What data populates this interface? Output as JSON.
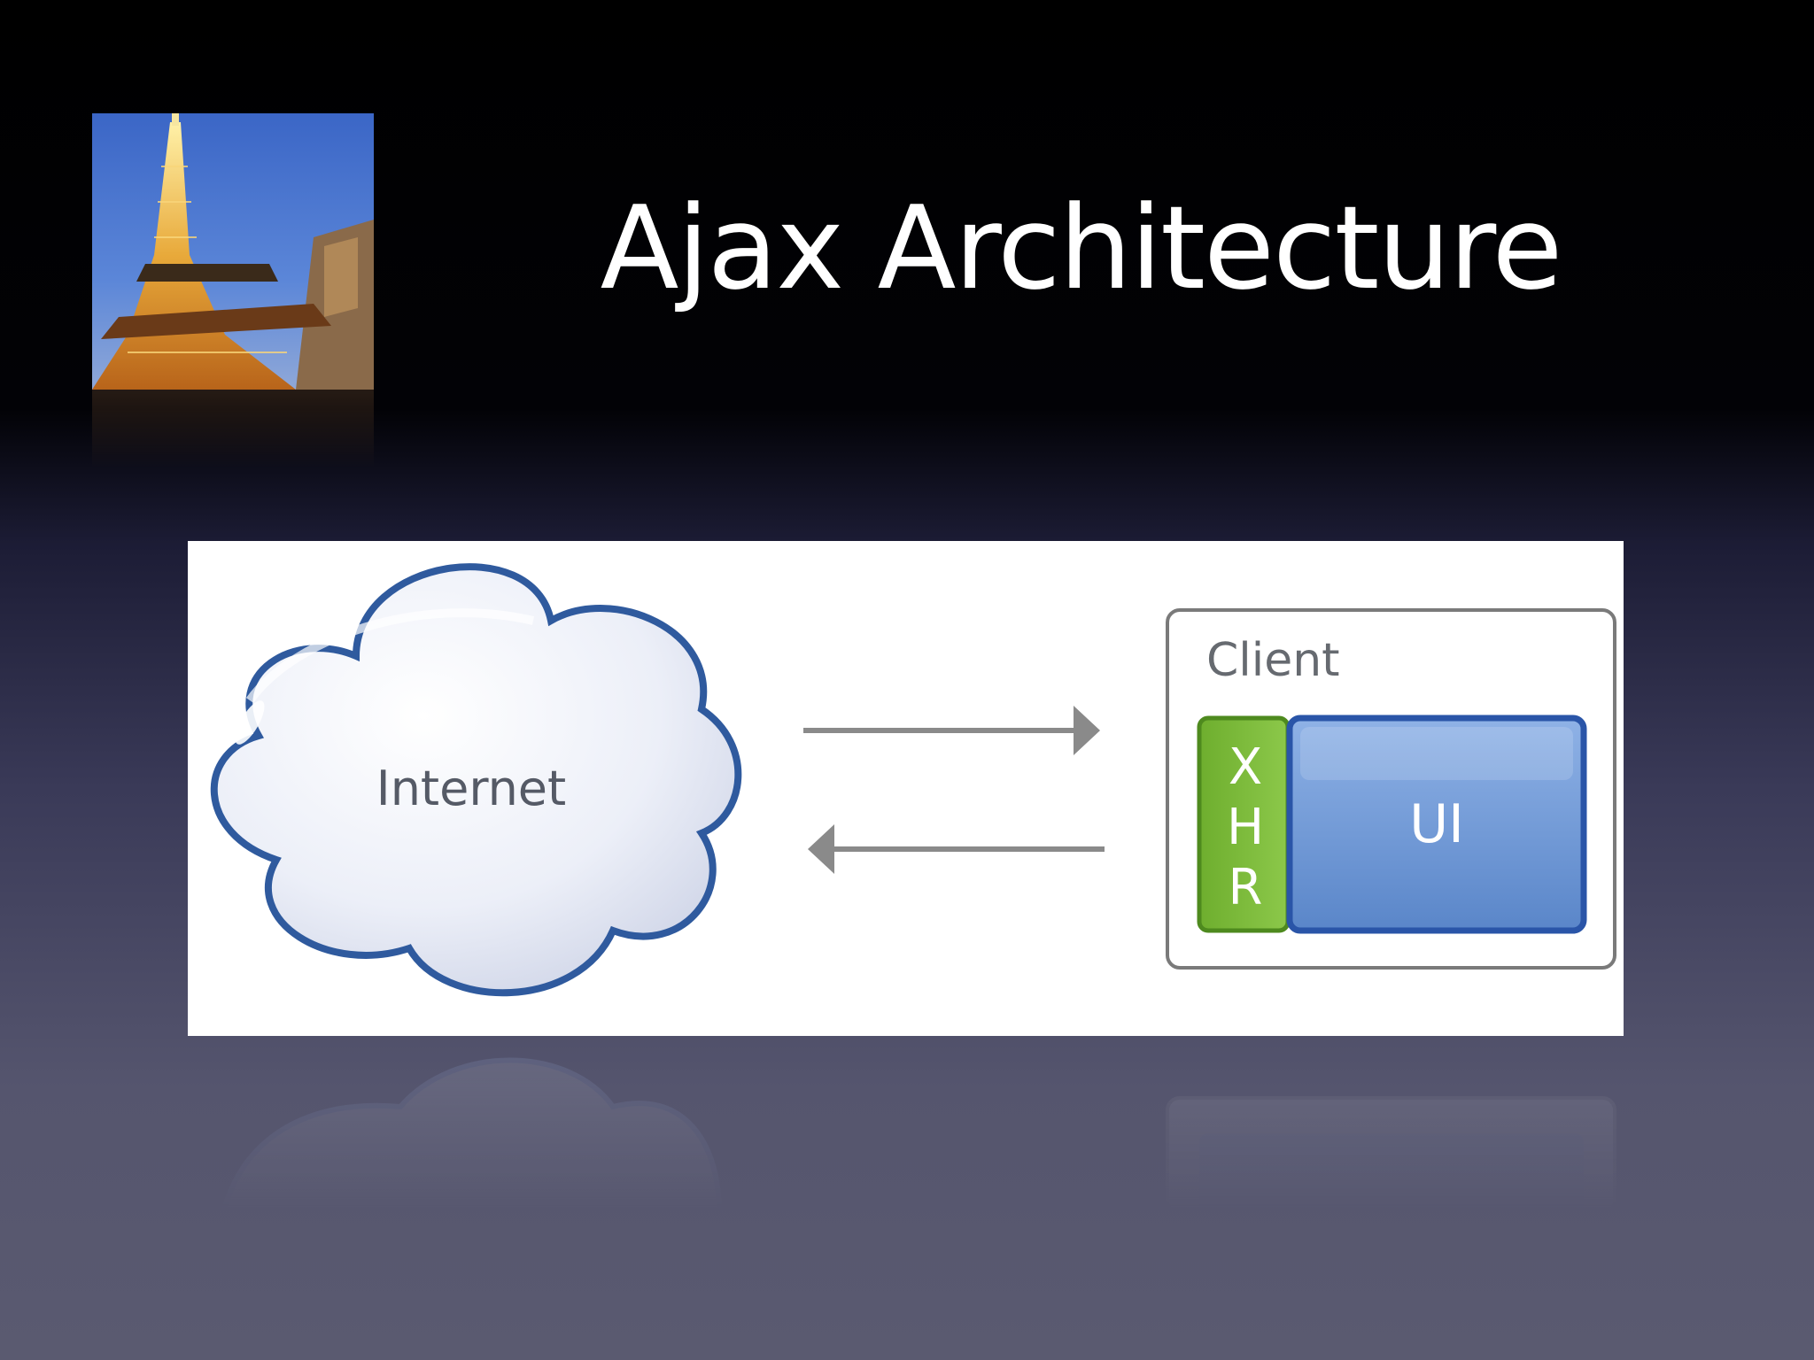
{
  "slide": {
    "title": "Ajax Architecture"
  },
  "diagram": {
    "cloud_label": "Internet",
    "client_label": "Client",
    "xhr_letters": [
      "X",
      "H",
      "R"
    ],
    "ui_label": "UI",
    "colors": {
      "cloud_stroke": "#2f5a9e",
      "arrow": "#8a8a8a",
      "xhr_green": "#7ab83a",
      "ui_blue": "#5f8fd0",
      "ui_border": "#2a55a8"
    }
  },
  "icons": {
    "thumbnail": "eiffel-tower-photo",
    "arrow_right": "arrow-right-icon",
    "arrow_left": "arrow-left-icon"
  }
}
